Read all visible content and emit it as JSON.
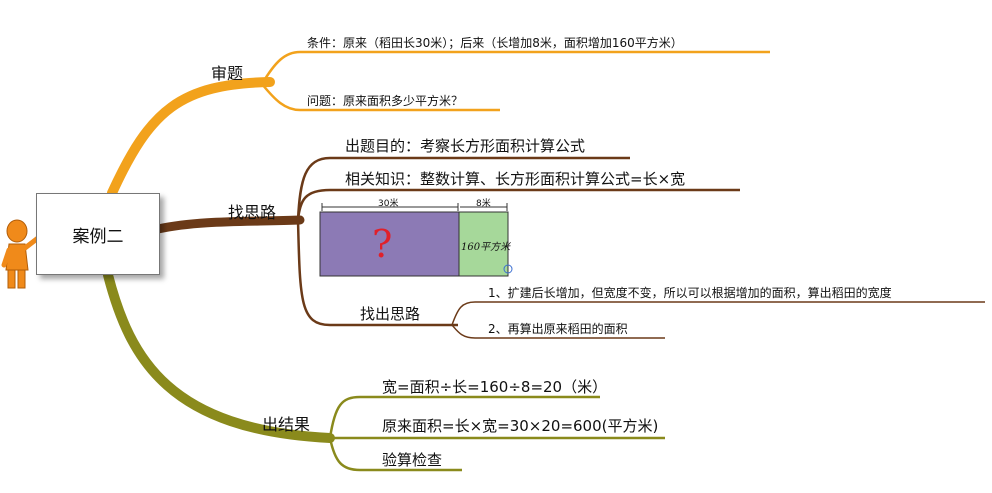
{
  "center": {
    "label": "案例二"
  },
  "branches": {
    "shenti": {
      "label": "审题",
      "items": [
        "条件：原来（稻田长30米）；后来（长增加8米，面积增加160平方米）",
        "问题：原来面积多少平方米？"
      ]
    },
    "zhaosilu": {
      "label": "找思路",
      "items": [
        "出题目的：考察长方形面积计算公式",
        "相关知识：整数计算、长方形面积计算公式=长×宽"
      ],
      "figure": {
        "dim_left": "30米",
        "dim_right": "8米",
        "unknown": "?",
        "area_label": "160平方米"
      },
      "sub": {
        "label": "找出思路",
        "items": [
          "1、扩建后长增加，但宽度不变，所以可以根据增加的面积，算出稻田的宽度",
          "2、再算出原来稻田的面积"
        ]
      }
    },
    "chujieguo": {
      "label": "出结果",
      "items": [
        "宽=面积÷长=160÷8=20（米）",
        "原来面积=长×宽=30×20=600(平方米)",
        "验算检查"
      ]
    }
  },
  "colors": {
    "orange": "#f2a21c",
    "brown": "#6b3a18",
    "olive": "#8a8a1c",
    "purple": "#8c7ab5",
    "green": "#a6d89a",
    "red": "#e0202a"
  }
}
